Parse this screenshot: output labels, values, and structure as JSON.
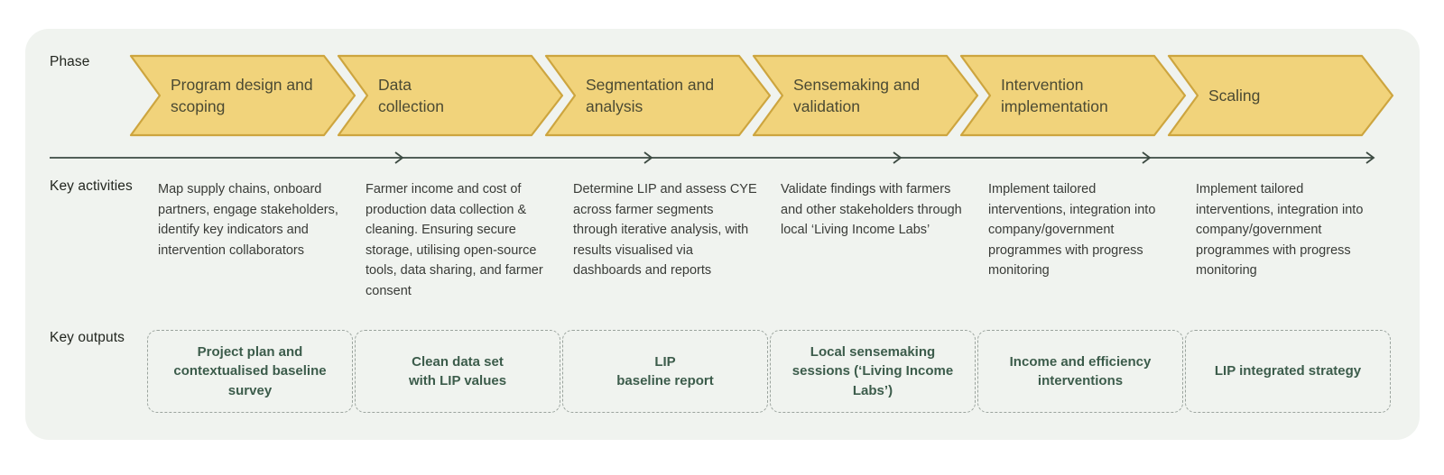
{
  "row_labels": {
    "phase": "Phase",
    "activities": "Key activities",
    "outputs": "Key outputs"
  },
  "phases": [
    {
      "title": "Program design and\nscoping",
      "activity": "Map supply chains, onboard partners, engage stakeholders, identify key indicators and intervention collaborators",
      "output": "Project plan and\ncontextualised baseline\nsurvey"
    },
    {
      "title": "Data\ncollection",
      "activity": "Farmer income and cost of production  data collection & cleaning. Ensuring secure storage, utilising open-source tools, data sharing, and farmer consent",
      "output": "Clean data set\nwith LIP values"
    },
    {
      "title": "Segmentation and\nanalysis",
      "activity": "Determine LIP and assess CYE across farmer segments through iterative analysis, with results visualised via dashboards and reports",
      "output": "LIP\nbaseline report"
    },
    {
      "title": "Sensemaking and\nvalidation",
      "activity": "Validate findings with farmers and other stakeholders through local ‘Living Income Labs’",
      "output": "Local sensemaking\nsessions (‘Living Income\nLabs’)"
    },
    {
      "title": "Intervention\nimplementation",
      "activity": "Implement tailored interventions, integration into company/government programmes with progress monitoring",
      "output": "Income and efficiency\ninterventions"
    },
    {
      "title": "Scaling",
      "activity": "Implement tailored interventions, integration into company/government programmes with progress monitoring",
      "output": "LIP integrated strategy"
    }
  ],
  "colors": {
    "card_background": "#f0f3ef",
    "chevron_fill": "#f1d37b",
    "chevron_border": "#cda53f",
    "phase_text": "#4b4a33",
    "output_text": "#3c5c4b",
    "timeline_arrow": "#3c4a42",
    "dashed_border": "#9ba49e"
  }
}
